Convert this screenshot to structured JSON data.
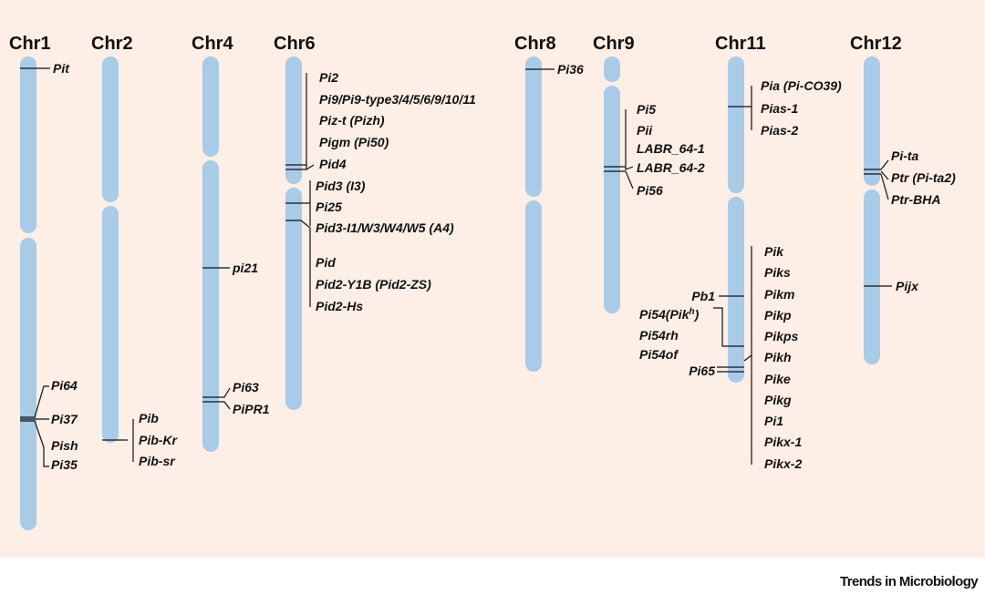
{
  "chromosomes": {
    "chr1": "Chr1",
    "chr2": "Chr2",
    "chr4": "Chr4",
    "chr6": "Chr6",
    "chr8": "Chr8",
    "chr9": "Chr9",
    "chr11": "Chr11",
    "chr12": "Chr12"
  },
  "genes": {
    "chr1": [
      "Pit",
      "Pi64",
      "Pi37",
      "Pish",
      "Pi35"
    ],
    "chr2": [
      "Pib",
      "Pib-Kr",
      "Pib-sr"
    ],
    "chr4": [
      "pi21",
      "Pi63",
      "PiPR1"
    ],
    "chr6": [
      "Pi2",
      "Pi9/Pi9-type3/4/5/6/9/10/11",
      "Piz-t (Pizh)",
      "Pigm (Pi50)",
      "Pid4",
      "Pid3 (I3)",
      "Pi25",
      "Pid3-I1/W3/W4/W5 (A4)",
      "Pid",
      "Pid2-Y1B (Pid2-ZS)",
      "Pid2-Hs"
    ],
    "chr8": [
      "Pi36"
    ],
    "chr9": [
      "Pi5",
      "Pii",
      "LABR_64-1",
      "LABR_64-2",
      "Pi56"
    ],
    "chr11_top": [
      "Pia (Pi-CO39)",
      "Pias-1",
      "Pias-2"
    ],
    "chr11_left": [
      "Pb1",
      "Pi54(Pik",
      "h",
      ")",
      "Pi54rh",
      "Pi54of",
      "Pi65"
    ],
    "chr11_right": [
      "Pik",
      "Piks",
      "Pikm",
      "Pikp",
      "Pikps",
      "Pikh",
      "Pike",
      "Pikg",
      "Pi1",
      "Pikx-1",
      "Pikx-2"
    ],
    "chr12": [
      "Pi-ta",
      "Ptr (Pi-ta2)",
      "Ptr-BHA",
      "Pijx"
    ]
  },
  "footer": "Trends in Microbiology",
  "colors": {
    "background": "#fdeee6",
    "chromosome": "#a8cbe8",
    "line": "#111111"
  }
}
